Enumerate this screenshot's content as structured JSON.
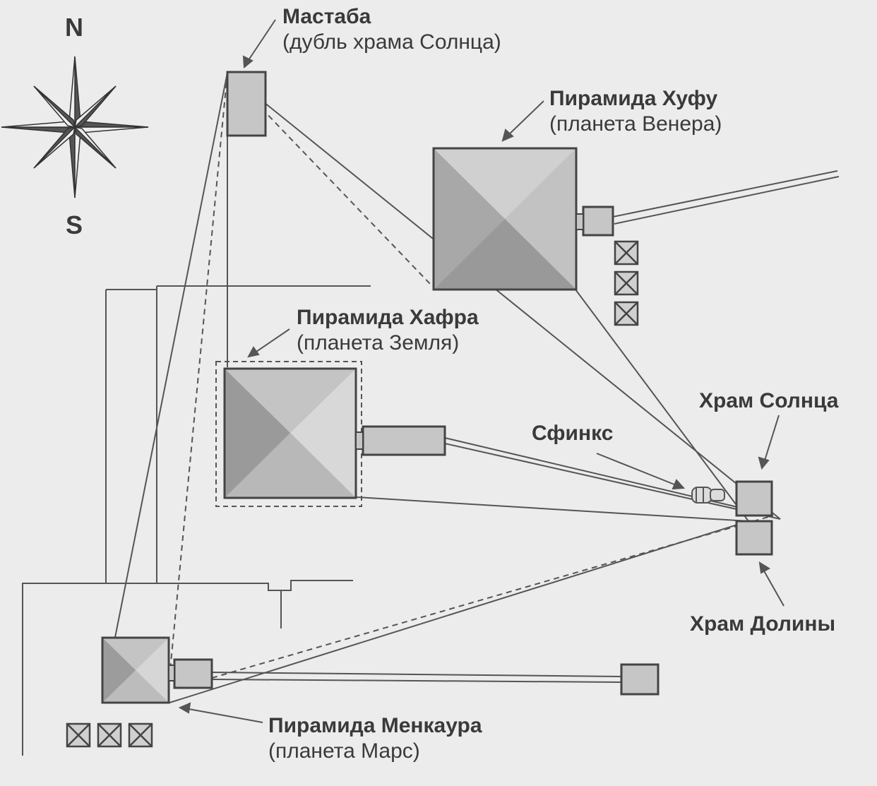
{
  "compass": {
    "north": "N",
    "south": "S",
    "icon": "compass-rose-icon"
  },
  "labels": {
    "mastaba": {
      "name": "Мастаба",
      "sub": "(дубль храма Солнца)"
    },
    "khufu": {
      "name": "Пирамида Хуфу",
      "sub": "(планета Венера)"
    },
    "khafre": {
      "name": "Пирамида Хафра",
      "sub": "(планета Земля)"
    },
    "menkaure": {
      "name": "Пирамида Менкаура",
      "sub": "(планета Марс)"
    },
    "sphinx": {
      "name": "Сфинкс"
    },
    "sun_temple": {
      "name": "Храм Солнца"
    },
    "valley_temple": {
      "name": "Храм Долины"
    }
  },
  "colors": {
    "ink": "#3a3a3a",
    "paper": "#ececec",
    "fill": "#c8c8c8",
    "dark": "#8a8a8a"
  }
}
